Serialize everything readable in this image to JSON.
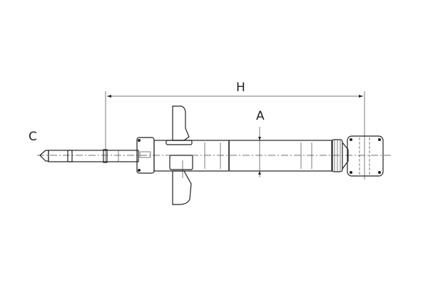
{
  "diagram": {
    "labels": {
      "overall_length": "H",
      "diameter": "A",
      "top_mount": "C"
    }
  }
}
